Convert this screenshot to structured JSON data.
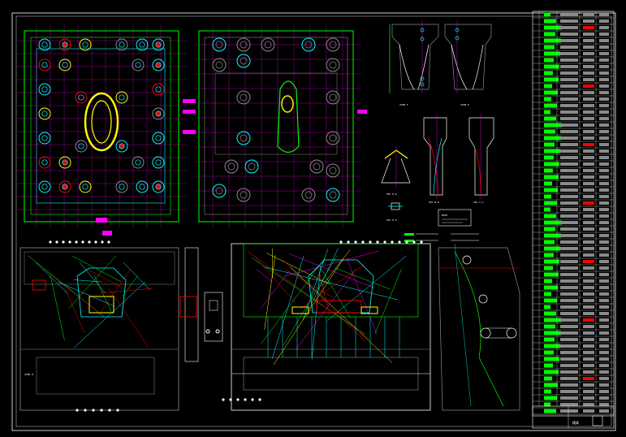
{
  "colors": {
    "background": "#000000",
    "green": "#00ff00",
    "cyan": "#00ffff",
    "magenta": "#ff00ff",
    "yellow": "#ffff00",
    "red": "#ff0000",
    "white": "#ffffff",
    "gray": "#8a8a8a"
  },
  "labels": {
    "view_f": "VIEW F",
    "view_e": "VIEW E",
    "sec_d": "SEC D-D",
    "sec_b": "SEC B-B",
    "sec_c": "SEC C-C",
    "sec_e": "SEC E-E",
    "view_h": "VIEW H",
    "title_block_mark": "模具",
    "legend_note": "NOTE"
  },
  "icons": {
    "frame": "drawing-border-frame",
    "bom": "bill-of-materials-table"
  }
}
